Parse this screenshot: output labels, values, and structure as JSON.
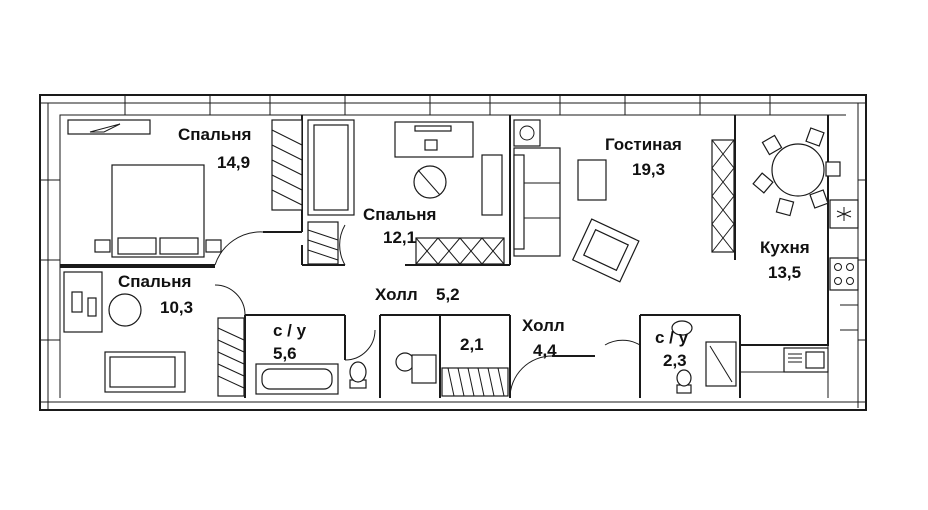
{
  "rooms": [
    {
      "id": "bedroom-1",
      "name": "Спальня",
      "area": "14,9"
    },
    {
      "id": "bedroom-2",
      "name": "Спальня",
      "area": "12,1"
    },
    {
      "id": "living",
      "name": "Гостиная",
      "area": "19,3"
    },
    {
      "id": "kitchen",
      "name": "Кухня",
      "area": "13,5"
    },
    {
      "id": "bedroom-3",
      "name": "Спальня",
      "area": "10,3"
    },
    {
      "id": "hall-1",
      "name": "Холл",
      "area": "5,2"
    },
    {
      "id": "bathroom-1",
      "name": "с / у",
      "area": "5,6"
    },
    {
      "id": "storage",
      "name": "",
      "area": "2,1"
    },
    {
      "id": "hall-2",
      "name": "Холл",
      "area": "4,4"
    },
    {
      "id": "bathroom-2",
      "name": "с / у",
      "area": "2,3"
    }
  ],
  "colors": {
    "line": "#1a1a1a",
    "background": "#ffffff"
  },
  "icons": [
    "bed-icon",
    "desk-icon",
    "armchair-icon",
    "sofa-icon",
    "dining-table-icon",
    "stove-icon",
    "sink-icon",
    "bathtub-icon",
    "toilet-icon",
    "wardrobe-icon"
  ]
}
